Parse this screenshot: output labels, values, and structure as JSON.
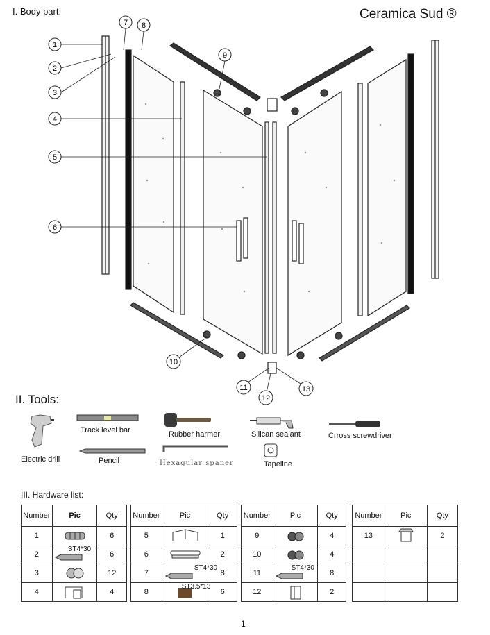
{
  "section_body": "I. Body part:",
  "brand": "Ceramica Sud ®",
  "callouts": [
    "1",
    "2",
    "3",
    "4",
    "5",
    "6",
    "7",
    "8",
    "9",
    "10",
    "11",
    "12",
    "13"
  ],
  "section_tools": "II. Tools:",
  "tools": [
    {
      "name": "Electric  drill",
      "icon": "drill-icon"
    },
    {
      "name": "Track level bar",
      "icon": "level-bar-icon"
    },
    {
      "name": "Pencil",
      "icon": "pencil-icon"
    },
    {
      "name": "Rubber harmer",
      "icon": "hammer-icon"
    },
    {
      "name": "Hexagular spaner",
      "icon": "hex-key-icon"
    },
    {
      "name": "Silican sealant",
      "icon": "sealant-gun-icon"
    },
    {
      "name": "Tapeline",
      "icon": "tape-measure-icon"
    },
    {
      "name": "Crross screwdriver",
      "icon": "screwdriver-icon"
    }
  ],
  "section_hardware": "III. Hardware list:",
  "table_headers": {
    "number": "Number",
    "pic": "Pic",
    "qty": "Qty"
  },
  "hardware": [
    [
      {
        "number": "1",
        "qty": "6",
        "icon": "wall-plug-icon",
        "caption": ""
      },
      {
        "number": "2",
        "qty": "6",
        "icon": "screw-icon",
        "caption": "ST4*30"
      },
      {
        "number": "3",
        "qty": "12",
        "icon": "screw-cap-icon",
        "caption": ""
      },
      {
        "number": "4",
        "qty": "4",
        "icon": "bracket-icon",
        "caption": ""
      }
    ],
    [
      {
        "number": "5",
        "qty": "1",
        "icon": "corner-connector-icon",
        "caption": ""
      },
      {
        "number": "6",
        "qty": "2",
        "icon": "handle-icon",
        "caption": ""
      },
      {
        "number": "7",
        "qty": "8",
        "icon": "screw-icon",
        "caption": "ST4*30"
      },
      {
        "number": "8",
        "qty": "6",
        "icon": "short-screw-icon",
        "caption": "ST3.5*13"
      }
    ],
    [
      {
        "number": "9",
        "qty": "4",
        "icon": "top-roller-icon",
        "caption": ""
      },
      {
        "number": "10",
        "qty": "4",
        "icon": "bottom-roller-icon",
        "caption": ""
      },
      {
        "number": "11",
        "qty": "8",
        "icon": "screw-icon",
        "caption": "ST4*30"
      },
      {
        "number": "12",
        "qty": "2",
        "icon": "bottom-guide-icon",
        "caption": ""
      }
    ],
    [
      {
        "number": "13",
        "qty": "2",
        "icon": "bottom-stopper-icon",
        "caption": ""
      },
      {
        "number": "",
        "qty": "",
        "icon": "",
        "caption": ""
      },
      {
        "number": "",
        "qty": "",
        "icon": "",
        "caption": ""
      },
      {
        "number": "",
        "qty": "",
        "icon": "",
        "caption": ""
      }
    ]
  ],
  "page_number": "1"
}
